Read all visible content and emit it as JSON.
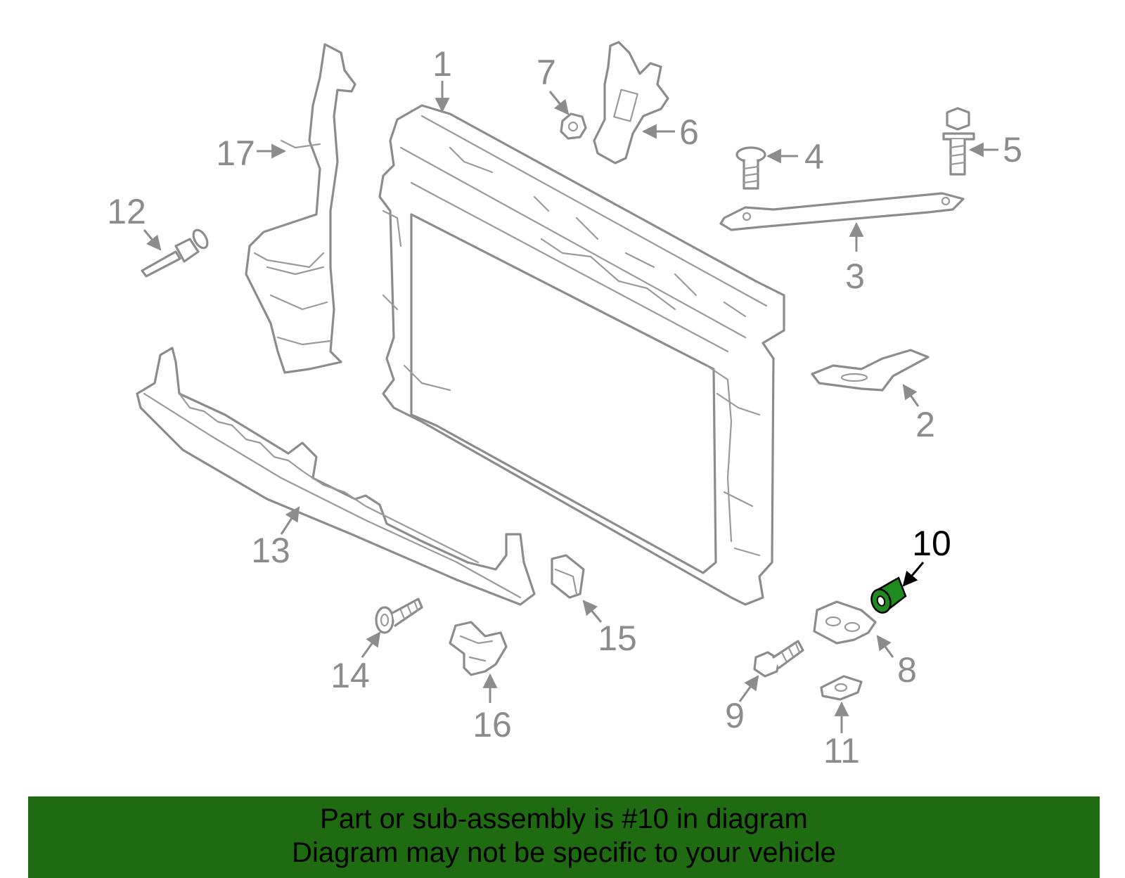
{
  "diagram": {
    "highlight_color": "#1f8a1f",
    "outline_color": "#8c8c8c",
    "selected_part": "10",
    "callouts": [
      "1",
      "2",
      "3",
      "4",
      "5",
      "6",
      "7",
      "8",
      "9",
      "10",
      "11",
      "12",
      "13",
      "14",
      "15",
      "16",
      "17"
    ]
  },
  "banner": {
    "background": "#1f6b12",
    "line1": "Part or sub-assembly is #10 in diagram",
    "line2": "Diagram may not be specific to your vehicle"
  }
}
